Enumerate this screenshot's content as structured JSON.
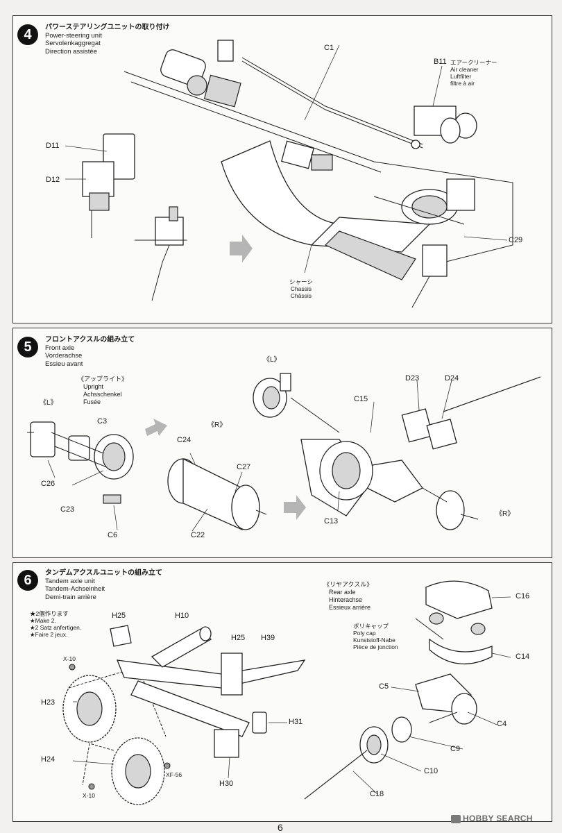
{
  "steps": [
    {
      "number": "4",
      "title_jp": "パワーステアリングユニットの取り付け",
      "title_en": "Power-steering unit",
      "title_de": "Servolenkaggregat",
      "title_fr": "Direction assistée"
    },
    {
      "number": "5",
      "title_jp": "フロントアクスルの組み立て",
      "title_en": "Front axle",
      "title_de": "Vorderachse",
      "title_fr": "Essieu avant"
    },
    {
      "number": "6",
      "title_jp": "タンデムアクスルユニットの組み立て",
      "title_en": "Tandem axle unit",
      "title_de": "Tandem-Achseinheit",
      "title_fr": "Demi-train arrière"
    }
  ],
  "step4": {
    "c1": "C1",
    "b11": "B11",
    "b11_jp": "エアークリーナー",
    "b11_en": "Air cleaner",
    "b11_de": "Luftfilter",
    "b11_fr": "filtre à air",
    "d11": "D11",
    "d12": "D12",
    "c29": "C29",
    "chassis_jp": "シャーシ",
    "chassis_en": "Chassis",
    "chassis_fr": "Châssis"
  },
  "step5": {
    "upright_jp": "《アップライト》",
    "upright_en": "Upright",
    "upright_de": "Achsschenkel",
    "upright_fr": "Fusée",
    "left": "《L》",
    "left_top": "《L》",
    "right": "《R》",
    "right2": "《R》",
    "c3": "C3",
    "c26": "C26",
    "c23": "C23",
    "c6": "C6",
    "c24": "C24",
    "c27": "C27",
    "c22": "C22",
    "c15": "C15",
    "c13": "C13",
    "d23": "D23",
    "d24": "D24"
  },
  "step6": {
    "note_jp": "★2個作ります",
    "note_en": "★Make 2.",
    "note_de": "★2 Satz anfertigen.",
    "note_fr": "★Faire 2 jeux.",
    "x10a": "X-10",
    "x10b": "X-10",
    "xf56": "XF-56",
    "h25a": "H25",
    "h10": "H10",
    "h25b": "H25",
    "h39": "H39",
    "h23": "H23",
    "h24": "H24",
    "h31": "H31",
    "h30": "H30",
    "rear_jp": "《リヤアクスル》",
    "rear_en": "Rear axle",
    "rear_de": "Hinterachse",
    "rear_fr": "Essieux arrière",
    "poly_jp": "ポリキャップ",
    "poly_en": "Poly cap",
    "poly_de": "Kunststoff-Nabe",
    "poly_fr": "Pièce de jonction",
    "c16": "C16",
    "c14": "C14",
    "c5": "C5",
    "c4": "C4",
    "c9": "C9",
    "c10": "C10",
    "c18": "C18"
  },
  "page_number": "6",
  "watermark": "HOBBY SEARCH"
}
